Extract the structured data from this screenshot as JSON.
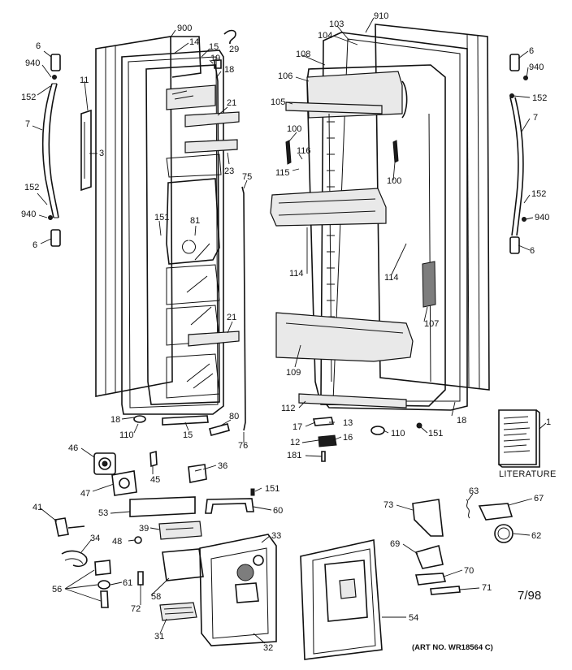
{
  "part_numbers": {
    "p900": "900",
    "p14": "14",
    "p15a": "15",
    "p29": "29",
    "p19": "19",
    "p18a": "18",
    "p21a": "21",
    "p23": "23",
    "p75": "75",
    "p151a": "151",
    "p81": "81",
    "p21b": "21",
    "p18b": "18",
    "p110a": "110",
    "p15b": "15",
    "p80": "80",
    "p76": "76",
    "p6a": "6",
    "p940a": "940",
    "p152a": "152",
    "p11": "11",
    "p7a": "7",
    "p3": "3",
    "p152b": "152",
    "p940b": "940",
    "p6b": "6",
    "p910": "910",
    "p103": "103",
    "p104": "104",
    "p108": "108",
    "p106": "106",
    "p105": "105",
    "p100a": "100",
    "p116": "116",
    "p115": "115",
    "p100b": "100",
    "p114a": "114",
    "p114b": "114",
    "p107": "107",
    "p109": "109",
    "p112": "112",
    "p18c": "18",
    "p17": "17",
    "p13": "13",
    "p12": "12",
    "p16": "16",
    "p181": "181",
    "p110b": "110",
    "p151b": "151",
    "p6c": "6",
    "p940c": "940",
    "p152c": "152",
    "p7b": "7",
    "p152d": "152",
    "p940d": "940",
    "p6d": "6",
    "p1": "1",
    "p46": "46",
    "p45": "45",
    "p36": "36",
    "p47": "47",
    "p151c": "151",
    "p41": "41",
    "p53": "53",
    "p60": "60",
    "p39": "39",
    "p34": "34",
    "p48": "48",
    "p33": "33",
    "p56": "56",
    "p61": "61",
    "p58": "58",
    "p72": "72",
    "p31": "31",
    "p32": "32",
    "p73": "73",
    "p63": "63",
    "p67": "67",
    "p62": "62",
    "p69": "69",
    "p70": "70",
    "p71": "71",
    "p54": "54"
  },
  "literature_label": "LITERATURE",
  "date_code": "7/98",
  "art_number": "(ART NO. WR18564 C)"
}
